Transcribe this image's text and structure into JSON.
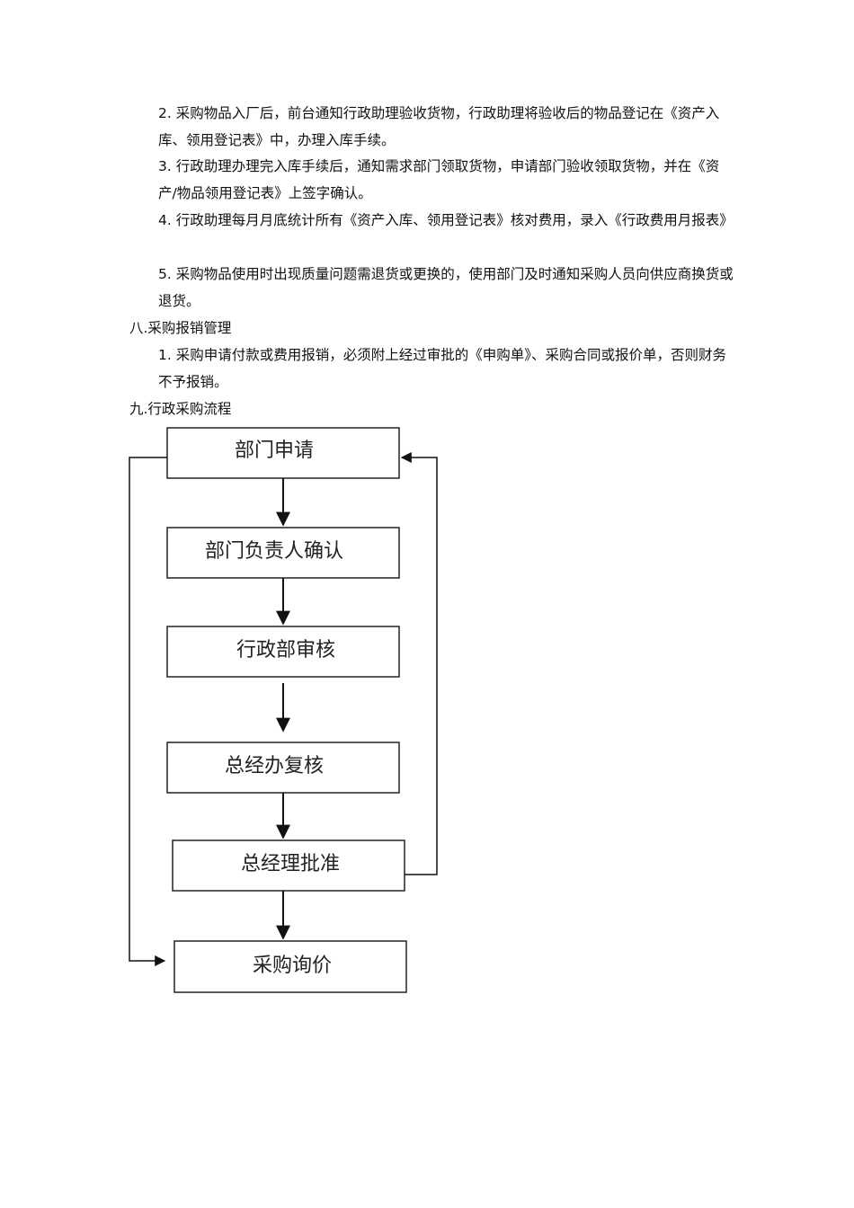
{
  "section7_items": [
    "2. 采购物品入厂后，前台通知行政助理验收货物，行政助理将验收后的物品登记在《资产入库、领用登记表》中，办理入库手续。",
    "3. 行政助理办理完入库手续后，通知需求部门领取货物，申请部门验收领取货物，并在《资产/物品领用登记表》上签字确认。",
    "4. 行政助理每月月底统计所有《资产入库、领用登记表》核对费用，录入《行政费用月报表》",
    "5. 采购物品使用时出现质量问题需退货或更换的，使用部门及时通知采购人员向供应商换货或退货。"
  ],
  "section8": {
    "heading": "八.采购报销管理",
    "items": [
      "1. 采购申请付款或费用报销，必须附上经过审批的《申购单》、采购合同或报价单，否则财务不予报销。"
    ]
  },
  "section9": {
    "heading": "九.行政采购流程",
    "flow_steps": [
      "部门申请",
      "部门负责人确认",
      "行政部审核",
      "总经办复核",
      "总经理批准",
      "采购询价"
    ]
  }
}
